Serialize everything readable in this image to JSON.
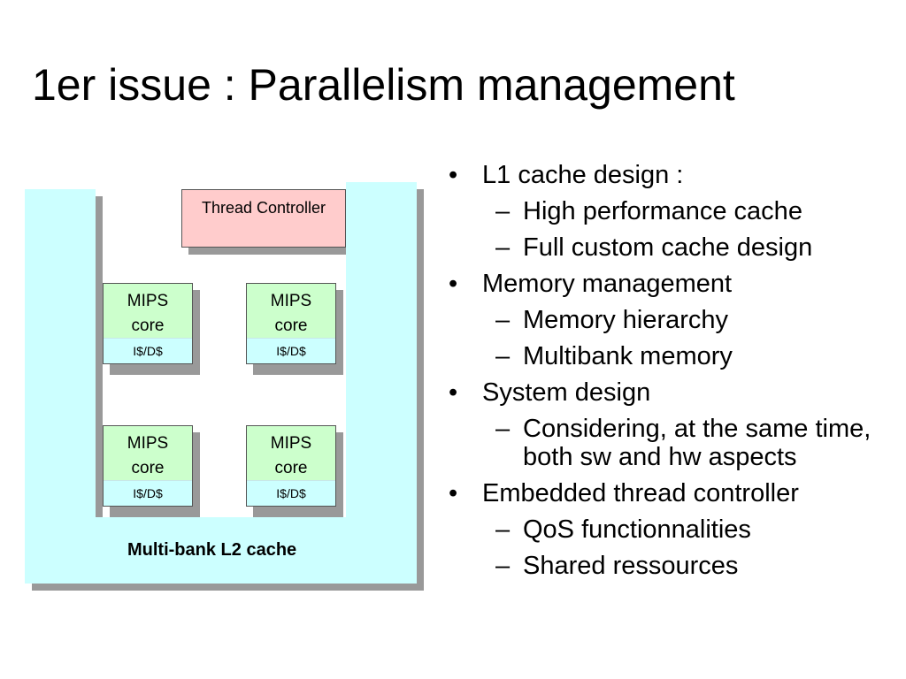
{
  "slide": {
    "title": "1er issue : Parallelism management"
  },
  "diagram": {
    "thread_controller": "Thread Controller",
    "cores": [
      {
        "label_line1": "MIPS",
        "label_line2": "core",
        "cache": "I$/D$"
      },
      {
        "label_line1": "MIPS",
        "label_line2": "core",
        "cache": "I$/D$"
      },
      {
        "label_line1": "MIPS",
        "label_line2": "core",
        "cache": "I$/D$"
      },
      {
        "label_line1": "MIPS",
        "label_line2": "core",
        "cache": "I$/D$"
      }
    ],
    "l2_cache": "Multi-bank L2 cache"
  },
  "bullets": [
    {
      "level": 1,
      "marker": "•",
      "text": "L1 cache design :"
    },
    {
      "level": 2,
      "marker": "–",
      "text": "High performance cache"
    },
    {
      "level": 2,
      "marker": "–",
      "text": "Full custom cache design"
    },
    {
      "level": 1,
      "marker": "•",
      "text": "Memory management"
    },
    {
      "level": 2,
      "marker": "–",
      "text": "Memory hierarchy"
    },
    {
      "level": 2,
      "marker": "–",
      "text": "Multibank memory"
    },
    {
      "level": 1,
      "marker": "•",
      "text": "System design"
    },
    {
      "level": 2,
      "marker": "–",
      "text": "Considering, at the same time, both sw and hw aspects"
    },
    {
      "level": 1,
      "marker": "•",
      "text": "Embedded thread controller"
    },
    {
      "level": 2,
      "marker": "–",
      "text": "QoS functionnalities"
    },
    {
      "level": 2,
      "marker": "–",
      "text": "Shared ressources"
    }
  ]
}
